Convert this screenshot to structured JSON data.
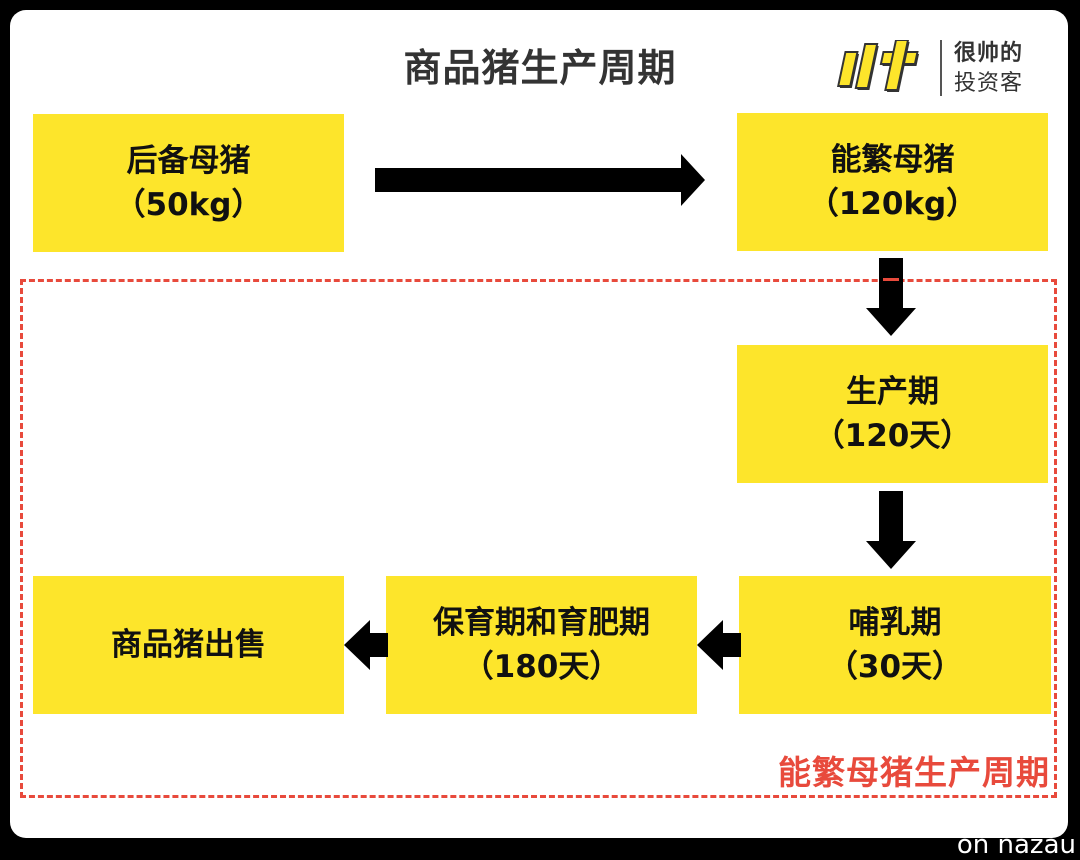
{
  "title": "商品猪生产周期",
  "logo": {
    "line1": "很帅的",
    "line2": "投资客"
  },
  "nodes": {
    "reserve_sow": {
      "name": "后备母猪",
      "detail": "（50kg）"
    },
    "breeding_sow": {
      "name": "能繁母猪",
      "detail": "（120kg）"
    },
    "production": {
      "name": "生产期",
      "detail": "（120天）"
    },
    "lactation": {
      "name": "哺乳期",
      "detail": "（30天）"
    },
    "nursery_fattening": {
      "name": "保育期和育肥期",
      "detail": "（180天）"
    },
    "sale": {
      "name": "商品猪出售"
    }
  },
  "cycle_label": "能繁母猪生产周期",
  "watermark": "on nazau",
  "colors": {
    "box": "#FDE52B",
    "dash": "#E84A3C",
    "arrow": "#000000"
  }
}
